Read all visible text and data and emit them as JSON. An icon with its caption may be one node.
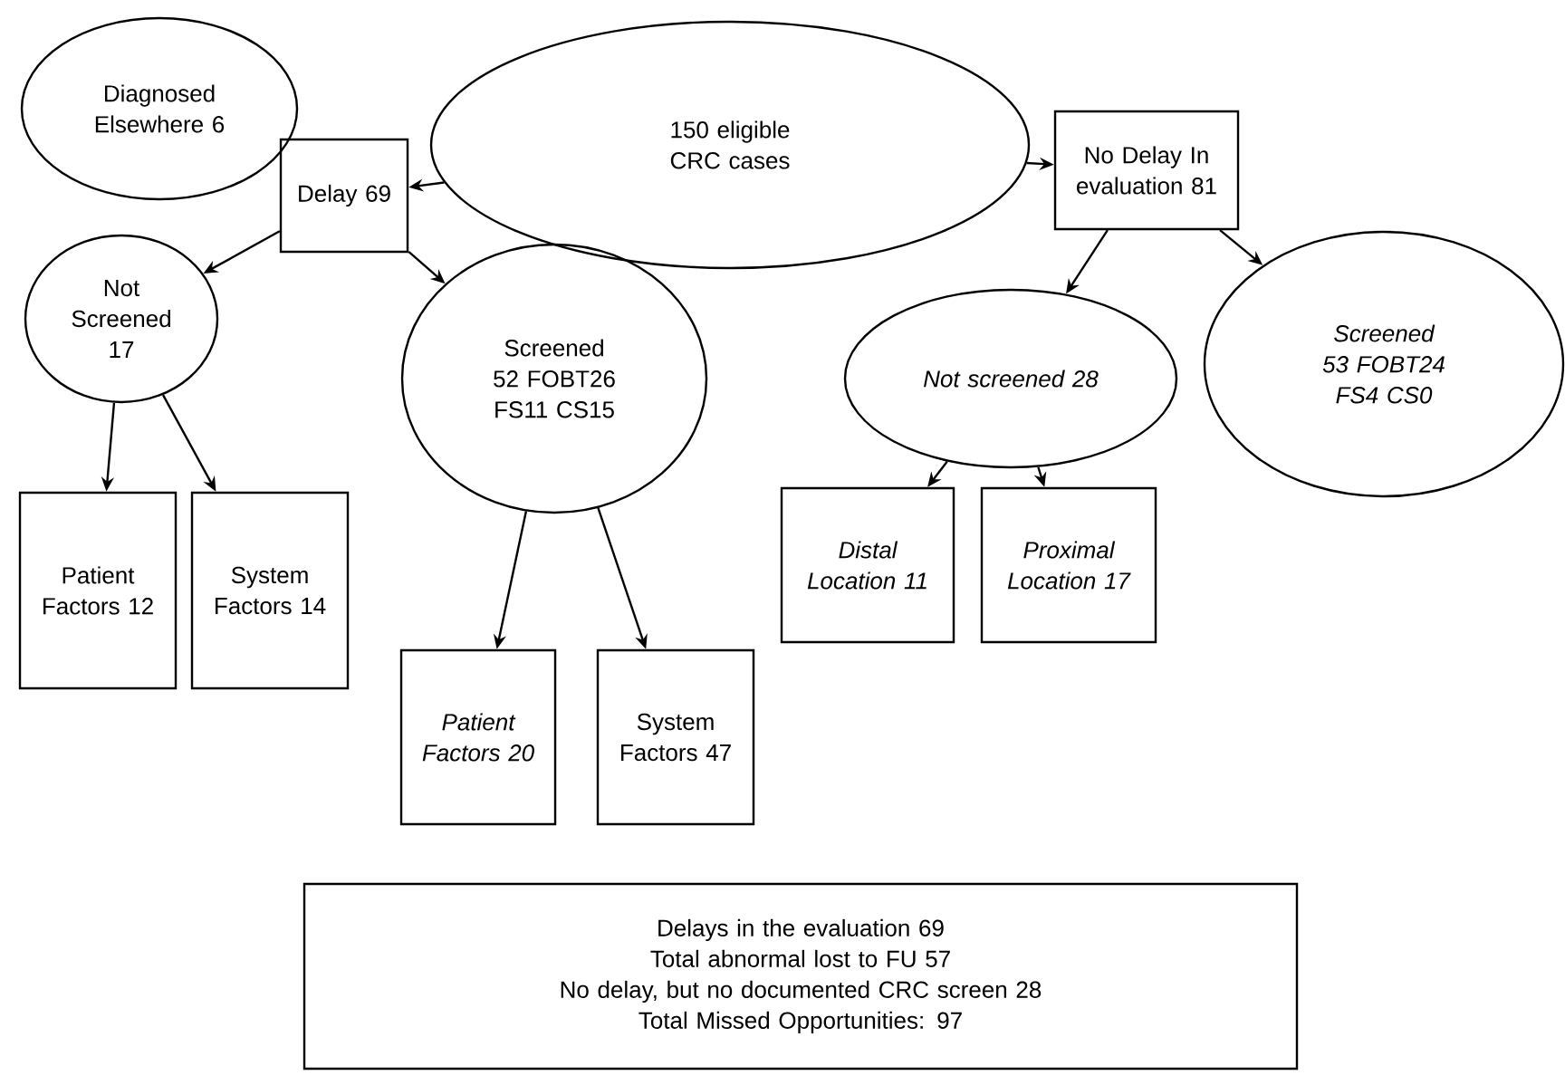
{
  "diagram": {
    "nodes": [
      {
        "text": [
          "Diagnosed Elsewhere 6"
        ]
      },
      {
        "text": [
          "150 eligible CRC cases"
        ]
      },
      {
        "text": [
          "Delay 69"
        ]
      },
      {
        "text": [
          "No Delay In evaluation 81"
        ]
      },
      {
        "text": [
          "Not Screened 17"
        ]
      },
      {
        "text": [
          "Screened 52 FOBT26 FS11 CS15"
        ]
      },
      {
        "text": [
          "Not screened 28"
        ]
      },
      {
        "text": [
          "Screened 53 FOBT24 FS4 CS0"
        ]
      },
      {
        "text": [
          "Patient Factors 12"
        ]
      },
      {
        "text": [
          "System Factors 14"
        ]
      },
      {
        "text": [
          "Patient Factors 20"
        ]
      },
      {
        "text": [
          "System Factors 47"
        ]
      },
      {
        "text": [
          "Distal Location 11"
        ]
      },
      {
        "text": [
          "Proximal Location 17"
        ]
      },
      {
        "text": [
          "Delays in the evaluation 69",
          "Total abnormal lost to FU 57",
          "No delay, but no documented CRC screen 28",
          "Total Missed Opportunities: 97"
        ]
      }
    ],
    "edges": [
      {
        "from": 1,
        "to": 2,
        "arrow": "to"
      },
      {
        "from": 1,
        "to": 3,
        "arrow": "to"
      },
      {
        "from": 2,
        "to": 4,
        "arrow": "to"
      },
      {
        "from": 2,
        "to": 5,
        "arrow": "to"
      },
      {
        "from": 3,
        "to": 6,
        "arrow": "to"
      },
      {
        "from": 3,
        "to": 7,
        "arrow": "to"
      },
      {
        "from": 4,
        "to": 8,
        "arrow": "to"
      },
      {
        "from": 4,
        "to": 9,
        "arrow": "to"
      },
      {
        "from": 5,
        "to": 10,
        "arrow": "to"
      },
      {
        "from": 5,
        "to": 11,
        "arrow": "to"
      },
      {
        "from": 6,
        "to": 12,
        "arrow": "to"
      },
      {
        "from": 6,
        "to": 13,
        "arrow": "to"
      }
    ]
  }
}
